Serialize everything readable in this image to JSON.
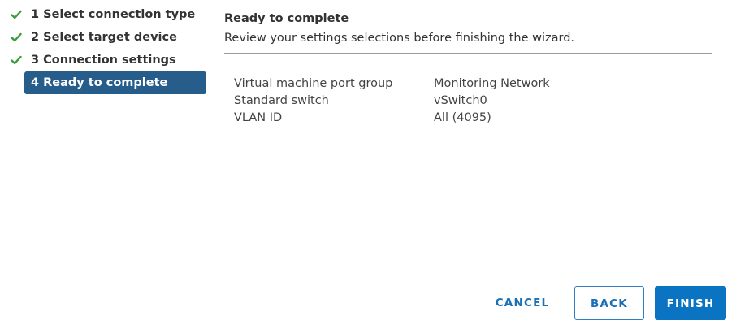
{
  "steps": [
    {
      "number": "1",
      "label": "1 Select connection type",
      "status": "complete",
      "icon": "check-icon"
    },
    {
      "number": "2",
      "label": "2 Select target device",
      "status": "complete",
      "icon": "check-icon"
    },
    {
      "number": "3",
      "label": "3 Connection settings",
      "status": "complete",
      "icon": "check-icon"
    },
    {
      "number": "4",
      "label": "4 Ready to complete",
      "status": "active"
    }
  ],
  "content": {
    "title": "Ready to complete",
    "subtitle": "Review your settings selections before finishing the wizard.",
    "summary": [
      {
        "key": "Virtual machine port group",
        "value": "Monitoring Network"
      },
      {
        "key": "Standard switch",
        "value": "vSwitch0"
      },
      {
        "key": "VLAN ID",
        "value": "All (4095)"
      }
    ]
  },
  "footer": {
    "cancel_label": "CANCEL",
    "back_label": "BACK",
    "finish_label": "FINISH"
  },
  "colors": {
    "check": "#3a9d3a",
    "active_step_bg": "#275d8a",
    "primary": "#0b74c2",
    "link": "#1b6fb3"
  }
}
